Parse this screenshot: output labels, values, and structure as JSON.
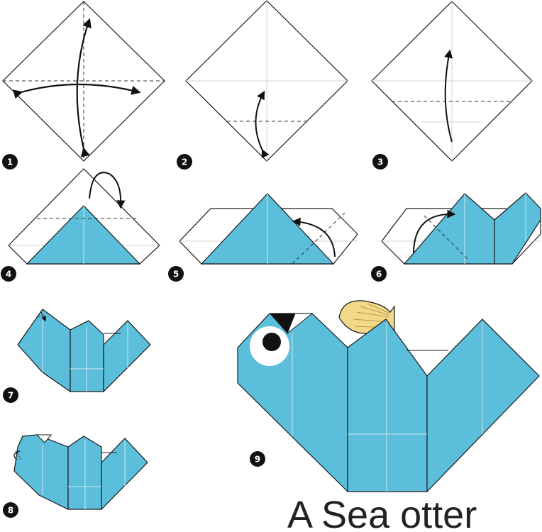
{
  "title": "A Sea otter",
  "steps": [
    {
      "number": "1"
    },
    {
      "number": "2"
    },
    {
      "number": "3"
    },
    {
      "number": "4"
    },
    {
      "number": "5"
    },
    {
      "number": "6"
    },
    {
      "number": "7"
    },
    {
      "number": "8"
    },
    {
      "number": "9"
    }
  ],
  "colors": {
    "paper_blue": "#5bbfdc",
    "paper_white": "#ffffff",
    "outline": "#1a1a1a",
    "crease": "#cfe6ee",
    "fin": "#f2d98a",
    "badge": "#111111"
  }
}
